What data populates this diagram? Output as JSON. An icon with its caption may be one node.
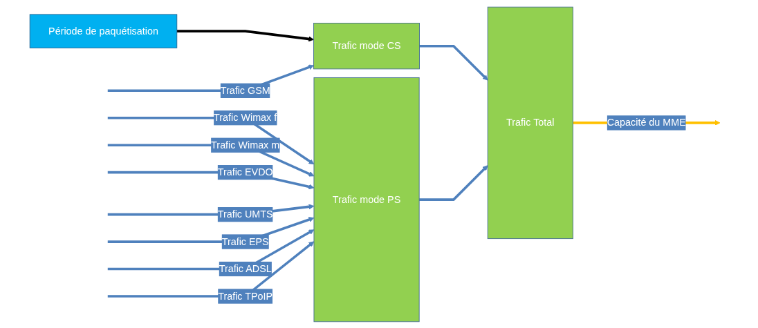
{
  "diagram": {
    "nodes": [
      {
        "text": [
          "Période de paquétisation"
        ]
      },
      {
        "text": [
          "Trafic mode CS"
        ]
      },
      {
        "text": [
          "Trafic mode PS"
        ]
      },
      {
        "text": [
          "Trafic Total"
        ]
      }
    ],
    "edges": [
      {
        "from": 0,
        "to": 1,
        "arrow": "to",
        "color": "#000000"
      },
      {
        "from": null,
        "to": 1,
        "arrow": "to",
        "label": "Trafic GSM"
      },
      {
        "from": null,
        "to": 2,
        "arrow": "to",
        "label": "Trafic Wimax f"
      },
      {
        "from": null,
        "to": 2,
        "arrow": "to",
        "label": "Trafic Wimax m"
      },
      {
        "from": null,
        "to": 2,
        "arrow": "to",
        "label": "Trafic EVDO"
      },
      {
        "from": null,
        "to": 2,
        "arrow": "to",
        "label": "Trafic UMTS"
      },
      {
        "from": null,
        "to": 2,
        "arrow": "to",
        "label": "Trafic EPS"
      },
      {
        "from": null,
        "to": 2,
        "arrow": "to",
        "label": "Trafic ADSL"
      },
      {
        "from": null,
        "to": 2,
        "arrow": "to",
        "label": "Trafic TPoIP"
      },
      {
        "from": 1,
        "to": 3,
        "arrow": "to"
      },
      {
        "from": 2,
        "to": 3,
        "arrow": "to"
      },
      {
        "from": 3,
        "to": null,
        "arrow": "to",
        "label": "Capacité du MME",
        "color": "#ffc000"
      }
    ]
  }
}
